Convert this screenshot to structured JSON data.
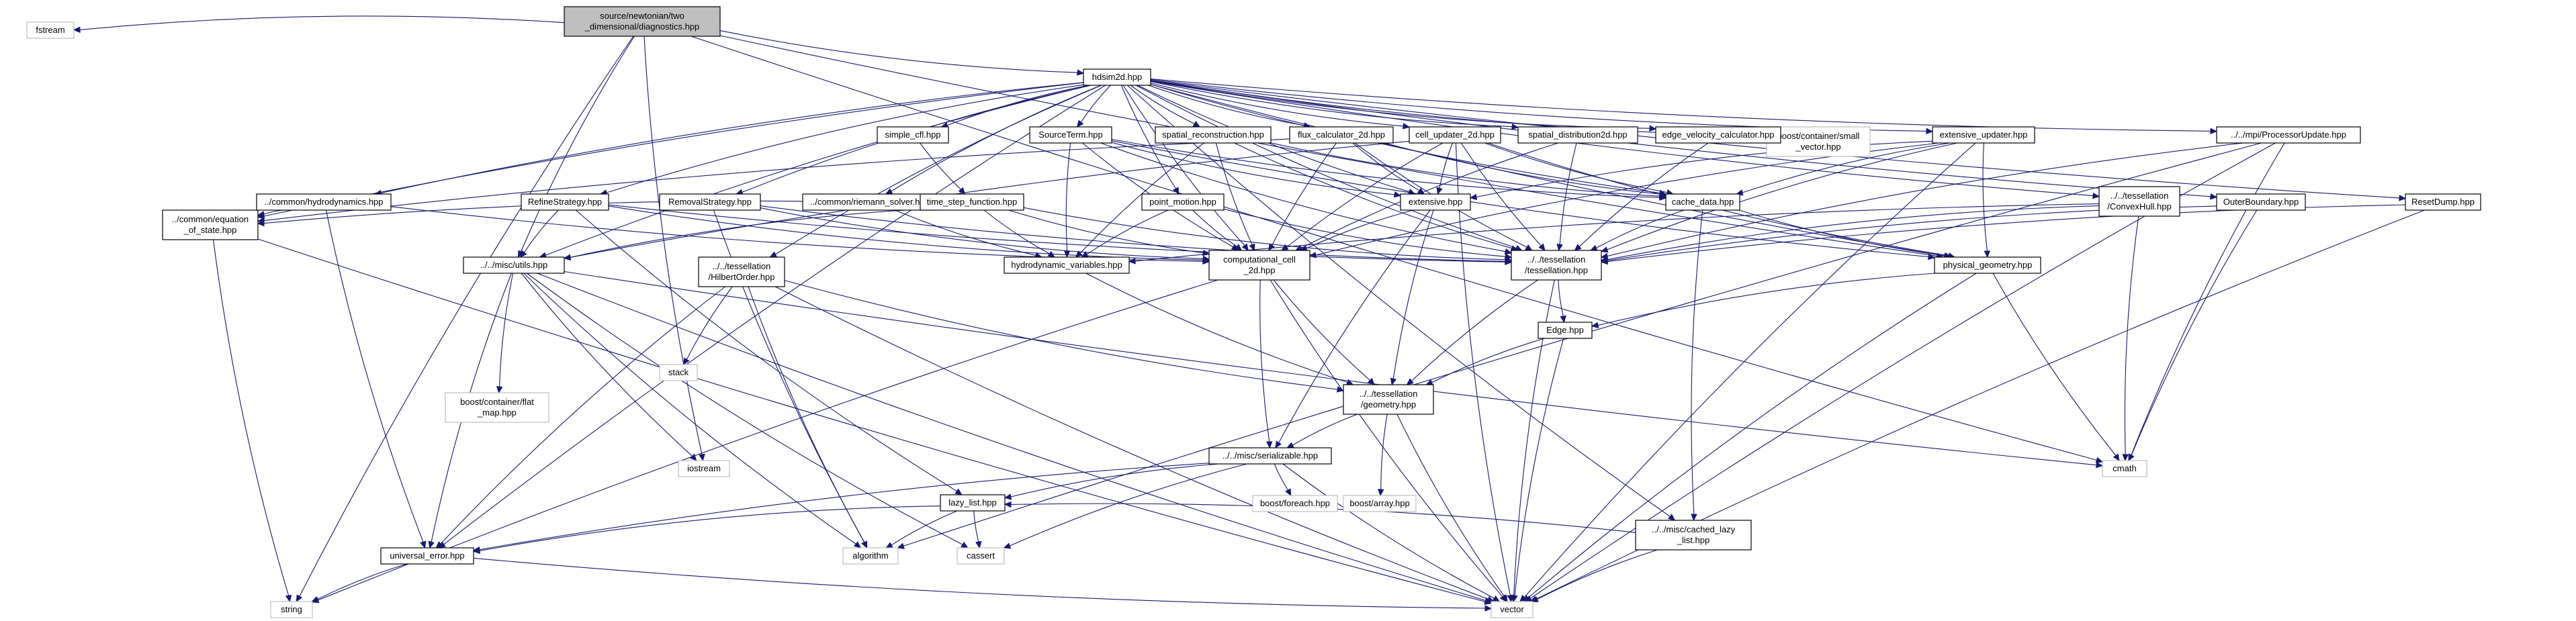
{
  "graph": {
    "nodes": [
      {
        "id": "diag",
        "lines": [
          "source/newtonian/two",
          "_dimensional/diagnostics.hpp"
        ],
        "kind": "root"
      },
      {
        "id": "fstream",
        "lines": [
          "fstream"
        ],
        "kind": "ext"
      },
      {
        "id": "hdsim",
        "lines": [
          "hdsim2d.hpp"
        ],
        "kind": "local"
      },
      {
        "id": "string",
        "lines": [
          "string"
        ],
        "kind": "ext"
      },
      {
        "id": "iostream",
        "lines": [
          "iostream"
        ],
        "kind": "ext"
      },
      {
        "id": "cmath",
        "lines": [
          "cmath"
        ],
        "kind": "ext"
      },
      {
        "id": "vector",
        "lines": [
          "vector"
        ],
        "kind": "ext"
      },
      {
        "id": "algorithm",
        "lines": [
          "algorithm"
        ],
        "kind": "ext"
      },
      {
        "id": "cassert",
        "lines": [
          "cassert"
        ],
        "kind": "ext"
      },
      {
        "id": "stack",
        "lines": [
          "stack"
        ],
        "kind": "ext"
      },
      {
        "id": "boostflat",
        "lines": [
          "boost/container/flat",
          "_map.hpp"
        ],
        "kind": "ext"
      },
      {
        "id": "boostsmall",
        "lines": [
          "boost/container/small",
          "_vector.hpp"
        ],
        "kind": "ext"
      },
      {
        "id": "boostarray",
        "lines": [
          "boost/array.hpp"
        ],
        "kind": "ext"
      },
      {
        "id": "boostforeach",
        "lines": [
          "boost/foreach.hpp"
        ],
        "kind": "ext"
      },
      {
        "id": "simplecfl",
        "lines": [
          "simple_cfl.hpp"
        ],
        "kind": "local"
      },
      {
        "id": "sourceterm",
        "lines": [
          "SourceTerm.hpp"
        ],
        "kind": "local"
      },
      {
        "id": "spatialrecon",
        "lines": [
          "spatial_reconstruction.hpp"
        ],
        "kind": "local"
      },
      {
        "id": "fluxcalc",
        "lines": [
          "flux_calculator_2d.hpp"
        ],
        "kind": "local"
      },
      {
        "id": "cellupd",
        "lines": [
          "cell_updater_2d.hpp"
        ],
        "kind": "local"
      },
      {
        "id": "spatialdist",
        "lines": [
          "spatial_distribution2d.hpp"
        ],
        "kind": "local"
      },
      {
        "id": "edgevel",
        "lines": [
          "edge_velocity_calculator.hpp"
        ],
        "kind": "local"
      },
      {
        "id": "extupd",
        "lines": [
          "extensive_updater.hpp"
        ],
        "kind": "local"
      },
      {
        "id": "procupd",
        "lines": [
          "../../mpi/ProcessorUpdate.hpp"
        ],
        "kind": "local"
      },
      {
        "id": "hydro",
        "lines": [
          "../common/hydrodynamics.hpp"
        ],
        "kind": "local"
      },
      {
        "id": "refine",
        "lines": [
          "RefineStrategy.hpp"
        ],
        "kind": "local"
      },
      {
        "id": "removal",
        "lines": [
          "RemovalStrategy.hpp"
        ],
        "kind": "local"
      },
      {
        "id": "riemann",
        "lines": [
          "../common/riemann_solver.hpp"
        ],
        "kind": "local"
      },
      {
        "id": "timestep",
        "lines": [
          "time_step_function.hpp"
        ],
        "kind": "local"
      },
      {
        "id": "pointmotion",
        "lines": [
          "point_motion.hpp"
        ],
        "kind": "local"
      },
      {
        "id": "extensive",
        "lines": [
          "extensive.hpp"
        ],
        "kind": "local"
      },
      {
        "id": "cachedata",
        "lines": [
          "cache_data.hpp"
        ],
        "kind": "local"
      },
      {
        "id": "convexhull",
        "lines": [
          "../../tessellation",
          "/ConvexHull.hpp"
        ],
        "kind": "local"
      },
      {
        "id": "outerbound",
        "lines": [
          "OuterBoundary.hpp"
        ],
        "kind": "local"
      },
      {
        "id": "resetdump",
        "lines": [
          "ResetDump.hpp"
        ],
        "kind": "local"
      },
      {
        "id": "eos",
        "lines": [
          "../common/equation",
          "_of_state.hpp"
        ],
        "kind": "local"
      },
      {
        "id": "utils",
        "lines": [
          "../../misc/utils.hpp"
        ],
        "kind": "local"
      },
      {
        "id": "hilbert",
        "lines": [
          "../../tessellation",
          "/HilbertOrder.hpp"
        ],
        "kind": "local"
      },
      {
        "id": "hydrovars",
        "lines": [
          "hydrodynamic_variables.hpp"
        ],
        "kind": "local"
      },
      {
        "id": "compcell",
        "lines": [
          "computational_cell",
          "_2d.hpp"
        ],
        "kind": "local"
      },
      {
        "id": "tess",
        "lines": [
          "../../tessellation",
          "/tessellation.hpp"
        ],
        "kind": "local"
      },
      {
        "id": "physgeo",
        "lines": [
          "physical_geometry.hpp"
        ],
        "kind": "local"
      },
      {
        "id": "edge",
        "lines": [
          "Edge.hpp"
        ],
        "kind": "local"
      },
      {
        "id": "geometry",
        "lines": [
          "../../tessellation",
          "/geometry.hpp"
        ],
        "kind": "local"
      },
      {
        "id": "cachedlazy",
        "lines": [
          "../../misc/cached_lazy",
          "_list.hpp"
        ],
        "kind": "local"
      },
      {
        "id": "serializable",
        "lines": [
          "../../misc/serializable.hpp"
        ],
        "kind": "local"
      },
      {
        "id": "lazylist",
        "lines": [
          "lazy_list.hpp"
        ],
        "kind": "local"
      },
      {
        "id": "uniserr",
        "lines": [
          "universal_error.hpp"
        ],
        "kind": "local"
      }
    ],
    "edges": [
      [
        "diag",
        "fstream"
      ],
      [
        "diag",
        "hdsim"
      ],
      [
        "diag",
        "string"
      ],
      [
        "diag",
        "iostream"
      ],
      [
        "diag",
        "utils"
      ],
      [
        "diag",
        "physgeo"
      ],
      [
        "diag",
        "cmath"
      ],
      [
        "hdsim",
        "simplecfl"
      ],
      [
        "hdsim",
        "sourceterm"
      ],
      [
        "hdsim",
        "spatialrecon"
      ],
      [
        "hdsim",
        "fluxcalc"
      ],
      [
        "hdsim",
        "cellupd"
      ],
      [
        "hdsim",
        "spatialdist"
      ],
      [
        "hdsim",
        "edgevel"
      ],
      [
        "hdsim",
        "boostsmall"
      ],
      [
        "hdsim",
        "extupd"
      ],
      [
        "hdsim",
        "procupd"
      ],
      [
        "hdsim",
        "hydro"
      ],
      [
        "hdsim",
        "refine"
      ],
      [
        "hdsim",
        "removal"
      ],
      [
        "hdsim",
        "riemann"
      ],
      [
        "hdsim",
        "pointmotion"
      ],
      [
        "hdsim",
        "extensive"
      ],
      [
        "hdsim",
        "cachedata"
      ],
      [
        "hdsim",
        "convexhull"
      ],
      [
        "hdsim",
        "outerbound"
      ],
      [
        "hdsim",
        "resetdump"
      ],
      [
        "hdsim",
        "eos"
      ],
      [
        "hdsim",
        "utils"
      ],
      [
        "hdsim",
        "hilbert"
      ],
      [
        "hdsim",
        "compcell"
      ],
      [
        "hdsim",
        "tess"
      ],
      [
        "hdsim",
        "physgeo"
      ],
      [
        "hdsim",
        "cachedlazy"
      ],
      [
        "hdsim",
        "uniserr"
      ],
      [
        "simplecfl",
        "timestep"
      ],
      [
        "timestep",
        "hydrovars"
      ],
      [
        "timestep",
        "compcell"
      ],
      [
        "timestep",
        "tess"
      ],
      [
        "timestep",
        "utils"
      ],
      [
        "timestep",
        "eos"
      ],
      [
        "sourceterm",
        "hydrovars"
      ],
      [
        "sourceterm",
        "compcell"
      ],
      [
        "sourceterm",
        "tess"
      ],
      [
        "sourceterm",
        "physgeo"
      ],
      [
        "sourceterm",
        "cachedata"
      ],
      [
        "sourceterm",
        "extensive"
      ],
      [
        "spatialrecon",
        "compcell"
      ],
      [
        "spatialrecon",
        "tess"
      ],
      [
        "spatialrecon",
        "hydrovars"
      ],
      [
        "spatialrecon",
        "cachedata"
      ],
      [
        "fluxcalc",
        "compcell"
      ],
      [
        "fluxcalc",
        "tess"
      ],
      [
        "fluxcalc",
        "extensive"
      ],
      [
        "fluxcalc",
        "cachedata"
      ],
      [
        "fluxcalc",
        "eos"
      ],
      [
        "cellupd",
        "compcell"
      ],
      [
        "cellupd",
        "tess"
      ],
      [
        "cellupd",
        "extensive"
      ],
      [
        "cellupd",
        "cachedata"
      ],
      [
        "cellupd",
        "physgeo"
      ],
      [
        "cellupd",
        "utils"
      ],
      [
        "cellupd",
        "vector"
      ],
      [
        "spatialdist",
        "compcell"
      ],
      [
        "spatialdist",
        "tess"
      ],
      [
        "edgevel",
        "tess"
      ],
      [
        "extupd",
        "extensive"
      ],
      [
        "extupd",
        "tess"
      ],
      [
        "extupd",
        "cachedata"
      ],
      [
        "extupd",
        "physgeo"
      ],
      [
        "extupd",
        "compcell"
      ],
      [
        "extupd",
        "vector"
      ],
      [
        "procupd",
        "tess"
      ],
      [
        "procupd",
        "cmath"
      ],
      [
        "procupd",
        "algorithm"
      ],
      [
        "procupd",
        "vector"
      ],
      [
        "convexhull",
        "tess"
      ],
      [
        "convexhull",
        "cmath"
      ],
      [
        "convexhull",
        "hydrovars"
      ],
      [
        "outerbound",
        "tess"
      ],
      [
        "outerbound",
        "cmath"
      ],
      [
        "resetdump",
        "tess"
      ],
      [
        "resetdump",
        "vector"
      ],
      [
        "hydro",
        "eos"
      ],
      [
        "hydro",
        "uniserr"
      ],
      [
        "hydro",
        "compcell"
      ],
      [
        "refine",
        "tess"
      ],
      [
        "refine",
        "utils"
      ],
      [
        "refine",
        "lazylist"
      ],
      [
        "refine",
        "compcell"
      ],
      [
        "removal",
        "tess"
      ],
      [
        "removal",
        "compcell"
      ],
      [
        "removal",
        "algorithm"
      ],
      [
        "riemann",
        "hydrovars"
      ],
      [
        "pointmotion",
        "hydrovars"
      ],
      [
        "pointmotion",
        "compcell"
      ],
      [
        "pointmotion",
        "tess"
      ],
      [
        "extensive",
        "compcell"
      ],
      [
        "extensive",
        "geometry"
      ],
      [
        "extensive",
        "serializable"
      ],
      [
        "cachedata",
        "tess"
      ],
      [
        "cachedata",
        "physgeo"
      ],
      [
        "cachedata",
        "cachedlazy"
      ],
      [
        "eos",
        "string"
      ],
      [
        "eos",
        "vector"
      ],
      [
        "utils",
        "iostream"
      ],
      [
        "utils",
        "boostflat"
      ],
      [
        "utils",
        "uniserr"
      ],
      [
        "utils",
        "vector"
      ],
      [
        "utils",
        "algorithm"
      ],
      [
        "utils",
        "cassert"
      ],
      [
        "utils",
        "cmath"
      ],
      [
        "hilbert",
        "stack"
      ],
      [
        "hilbert",
        "geometry"
      ],
      [
        "hilbert",
        "vector"
      ],
      [
        "hilbert",
        "algorithm"
      ],
      [
        "hilbert",
        "uniserr"
      ],
      [
        "hydrovars",
        "geometry"
      ],
      [
        "compcell",
        "geometry"
      ],
      [
        "compcell",
        "serializable"
      ],
      [
        "compcell",
        "vector"
      ],
      [
        "compcell",
        "string"
      ],
      [
        "tess",
        "edge"
      ],
      [
        "tess",
        "geometry"
      ],
      [
        "tess",
        "vector"
      ],
      [
        "physgeo",
        "edge"
      ],
      [
        "physgeo",
        "cmath"
      ],
      [
        "physgeo",
        "vector"
      ],
      [
        "edge",
        "geometry"
      ],
      [
        "edge",
        "vector"
      ],
      [
        "geometry",
        "serializable"
      ],
      [
        "geometry",
        "boostarray"
      ],
      [
        "geometry",
        "vector"
      ],
      [
        "cachedlazy",
        "lazylist"
      ],
      [
        "cachedlazy",
        "vector"
      ],
      [
        "serializable",
        "lazylist"
      ],
      [
        "serializable",
        "boostforeach"
      ],
      [
        "serializable",
        "vector"
      ],
      [
        "serializable",
        "cassert"
      ],
      [
        "serializable",
        "uniserr"
      ],
      [
        "lazylist",
        "algorithm"
      ],
      [
        "lazylist",
        "cassert"
      ],
      [
        "lazylist",
        "uniserr"
      ],
      [
        "uniserr",
        "string"
      ],
      [
        "uniserr",
        "vector"
      ]
    ]
  }
}
